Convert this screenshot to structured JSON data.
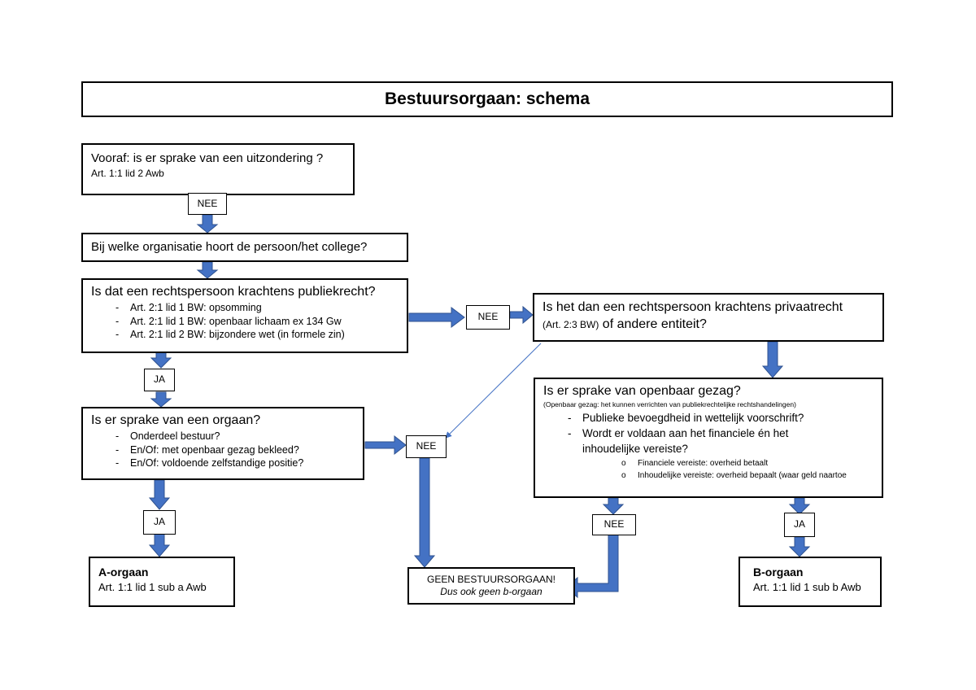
{
  "title": "Bestuursorgaan: schema",
  "boxes": {
    "uitzondering": {
      "line1": "Vooraf: is er sprake van een uitzondering ?",
      "line2": "Art. 1:1 lid 2 Awb"
    },
    "organisatie": {
      "text": "Bij welke organisatie hoort de persoon/het college?"
    },
    "publiekrecht": {
      "heading": "Is dat een rechtspersoon krachtens publiekrecht?",
      "items": [
        "Art. 2:1 lid 1 BW: opsomming",
        "Art. 2:1 lid 1 BW: openbaar lichaam ex 134 Gw",
        "Art. 2:1 lid 2 BW: bijzondere wet (in formele zin)"
      ]
    },
    "privaatrecht": {
      "line1": "Is het dan een rechtspersoon krachtens privaatrecht",
      "line2_small": "(Art. 2:3 BW)",
      "line2": " of andere entiteit?"
    },
    "orgaan": {
      "heading": "Is er sprake van een orgaan?",
      "items": [
        "Onderdeel bestuur?",
        "En/Of: met openbaar gezag bekleed?",
        "En/Of: voldoende zelfstandige positie?"
      ]
    },
    "openbaar_gezag": {
      "heading": "Is er sprake van openbaar gezag?",
      "note": "(Openbaar gezag: het kunnen verrichten van publiekrechtelijke rechtshandelingen)",
      "item1": "Publieke bevoegdheid in wettelijk voorschrift?",
      "item2a": "Wordt er voldaan aan het financiele én het",
      "item2b": "inhoudelijke vereiste?",
      "subitems": [
        "Financiele vereiste: overheid betaalt",
        "Inhoudelijke vereiste: overheid bepaalt (waar geld naartoe"
      ]
    },
    "a_orgaan": {
      "title": "A-orgaan",
      "sub": "Art. 1:1 lid 1 sub a Awb"
    },
    "geen": {
      "title": "GEEN BESTUURSORGAAN!",
      "sub": "Dus ook geen b-orgaan"
    },
    "b_orgaan": {
      "title": "B-orgaan",
      "sub": "Art. 1:1 lid 1 sub b Awb"
    }
  },
  "labels": {
    "nee": "NEE",
    "ja": "JA"
  },
  "colors": {
    "arrow": "#4472C4",
    "arrow_edge": "#2F528F",
    "thin_line": "#4472C4"
  }
}
